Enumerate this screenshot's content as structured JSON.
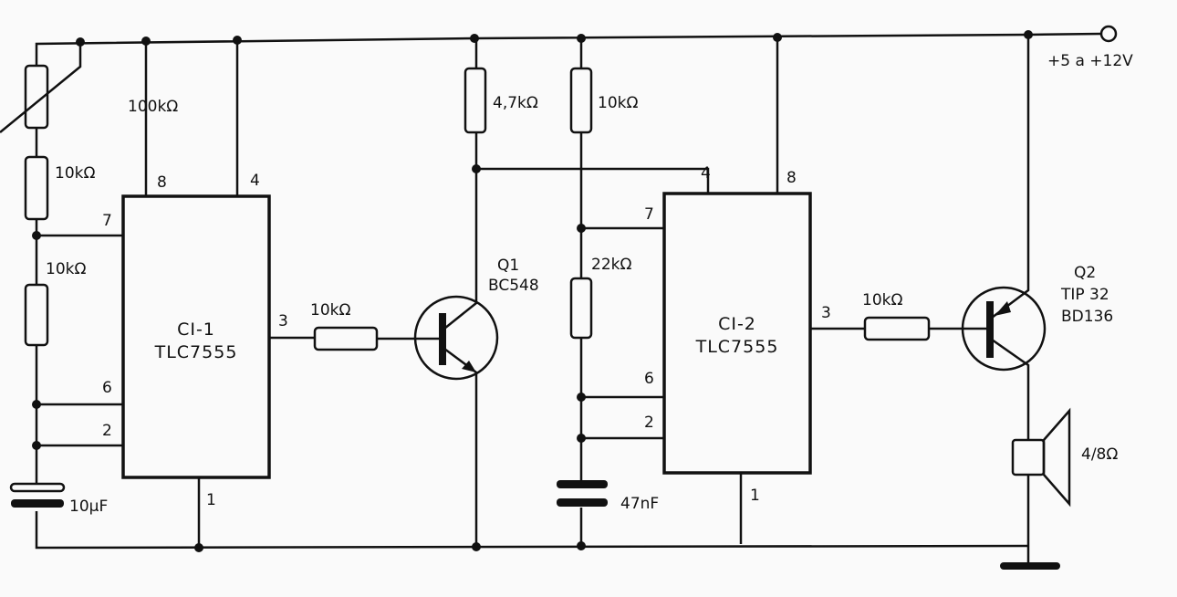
{
  "supply": {
    "label": "+5 a +12V"
  },
  "ic1": {
    "name": "CI-1",
    "part": "TLC7555",
    "pins": {
      "p8": "8",
      "p4": "4",
      "p7": "7",
      "p6": "6",
      "p2": "2",
      "p3": "3",
      "p1": "1"
    }
  },
  "ic2": {
    "name": "CI-2",
    "part": "TLC7555",
    "pins": {
      "p8": "8",
      "p4": "4",
      "p7": "7",
      "p6": "6",
      "p2": "2",
      "p3": "3",
      "p1": "1"
    }
  },
  "components": {
    "pot": "100kΩ",
    "r1": "10kΩ",
    "r2": "10kΩ",
    "c1": "10µF",
    "r_base1": "10kΩ",
    "r_47": "4,7kΩ",
    "r_10k2": "10kΩ",
    "r_22k": "22kΩ",
    "c2": "47nF",
    "r_base2": "10kΩ",
    "speaker": "4/8Ω"
  },
  "q1": {
    "name": "Q1",
    "part": "BC548"
  },
  "q2": {
    "name": "Q2",
    "part1": "TIP 32",
    "part2": "BD136"
  }
}
